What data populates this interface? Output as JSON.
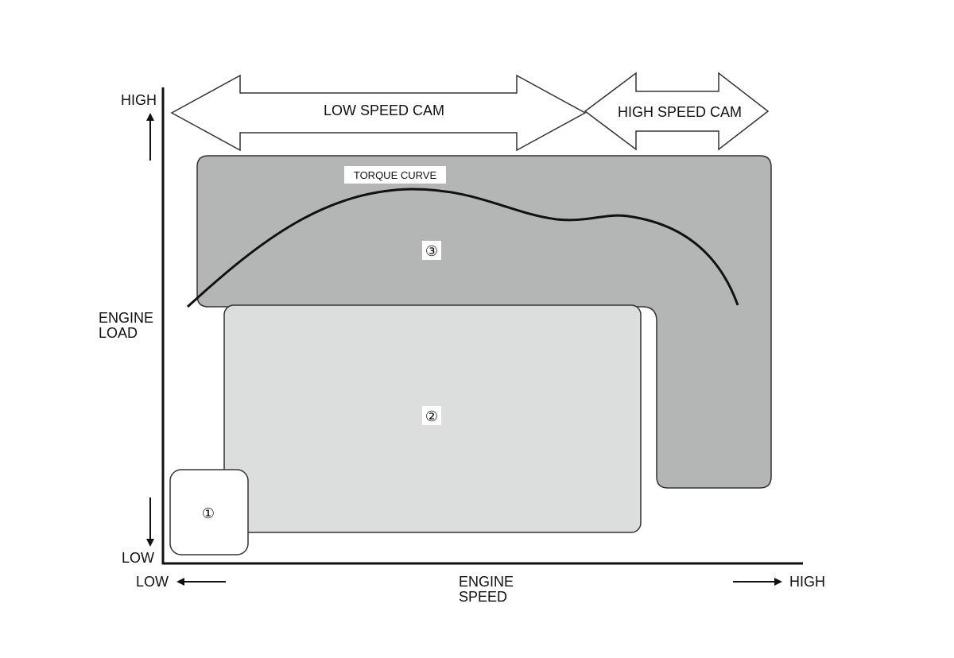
{
  "diagram": {
    "y_axis": {
      "high_label": "HIGH",
      "title_line1": "ENGINE",
      "title_line2": "LOAD",
      "low_label": "LOW"
    },
    "x_axis": {
      "low_label": "LOW",
      "title_line1": "ENGINE",
      "title_line2": "SPEED",
      "high_label": "HIGH"
    },
    "cam_arrows": {
      "low_speed_label": "LOW SPEED CAM",
      "high_speed_label": "HIGH SPEED CAM"
    },
    "torque_curve_label": "TORQUE CURVE",
    "regions": [
      {
        "id": "1",
        "label": "①",
        "shade": "#ffffff"
      },
      {
        "id": "2",
        "label": "②",
        "shade": "#dcdddd"
      },
      {
        "id": "3",
        "label": "③",
        "shade": "#b4b5b5"
      }
    ]
  }
}
